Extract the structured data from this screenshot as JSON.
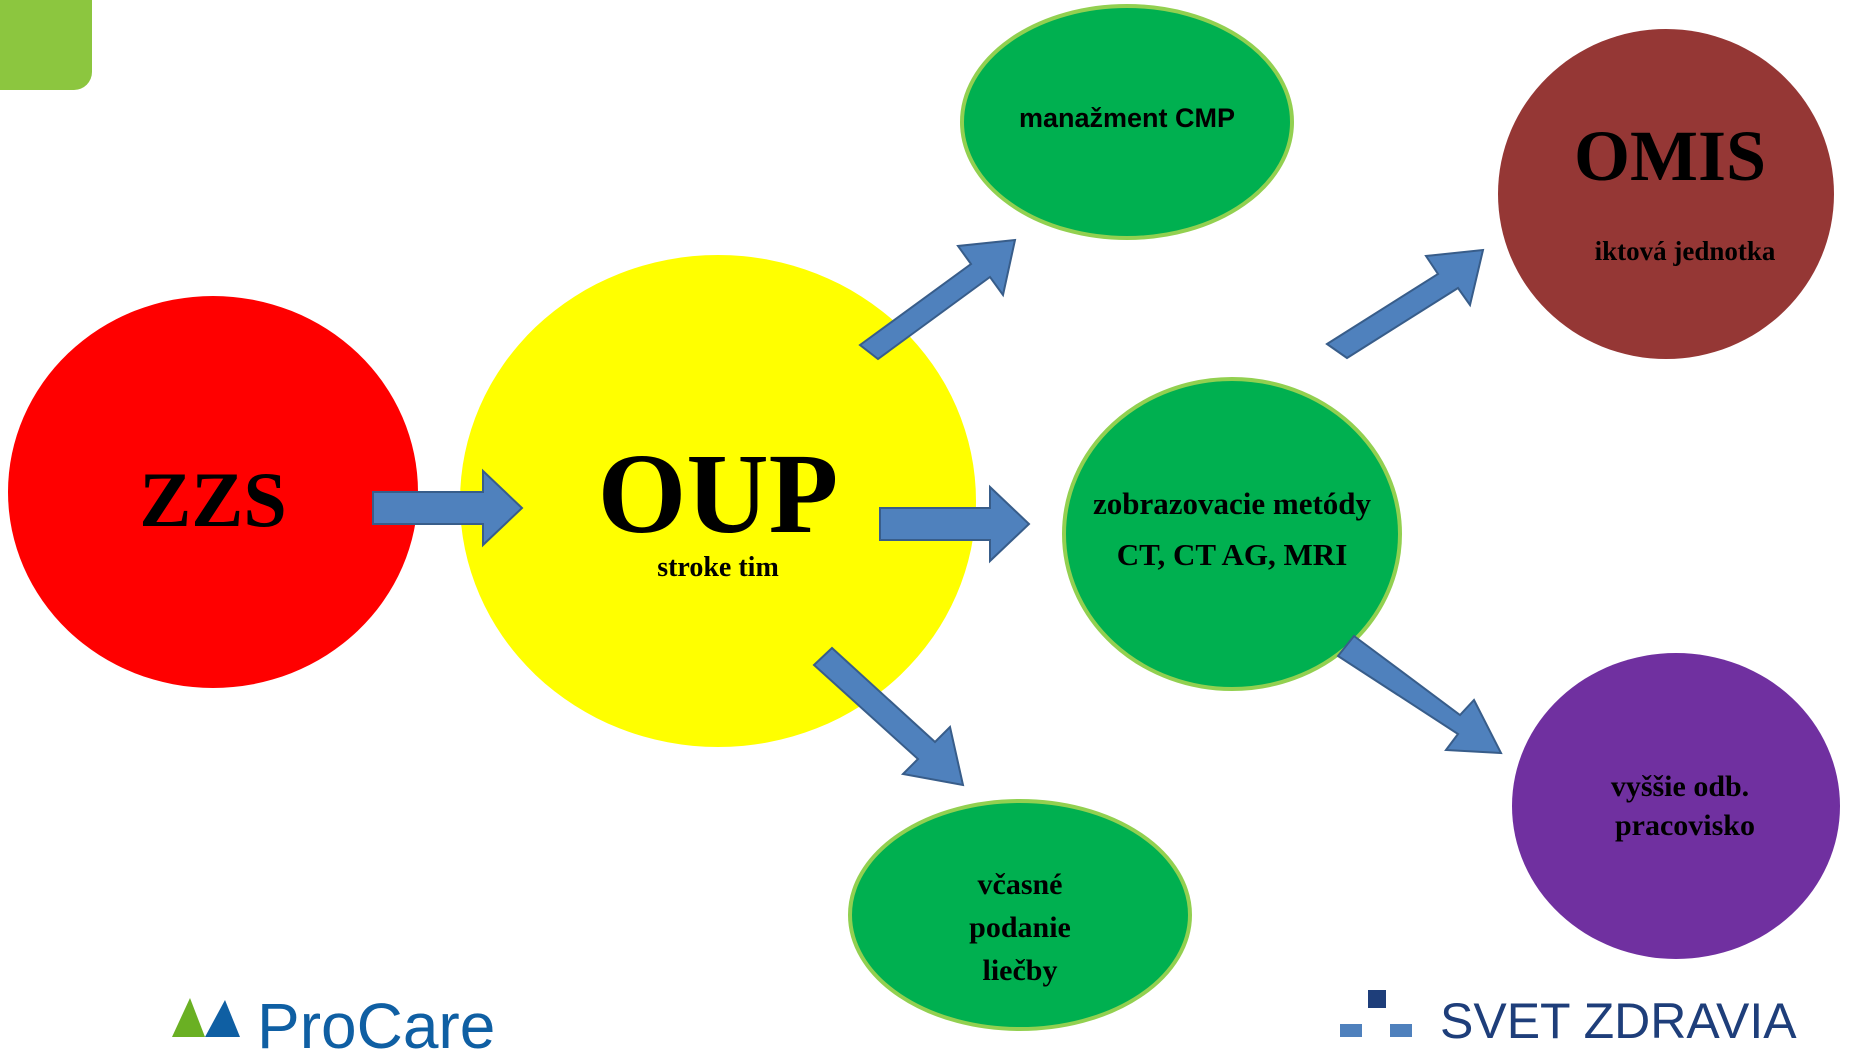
{
  "nodes": {
    "zzs": {
      "title": "ZZS",
      "color": "#ff0000"
    },
    "oup": {
      "title": "OUP",
      "subtitle": "stroke tim",
      "color": "#ffff00"
    },
    "manazment": {
      "title": "manažment CMP",
      "color": "#00b050"
    },
    "zobrazovacie": {
      "line1": "zobrazovacie  metódy",
      "line2": "CT,  CT AG, MRI",
      "color": "#00b050"
    },
    "omis": {
      "title": "OMIS",
      "subtitle": "iktová jednotka",
      "color": "#953735"
    },
    "vcasne": {
      "line1": "včasné",
      "line2": "podanie",
      "line3": "liečby",
      "color": "#00b050"
    },
    "vyssie": {
      "line1": "vyššie odb.",
      "line2": "pracovisko",
      "color": "#7030a0"
    }
  },
  "arrow_color": "#4f81bd",
  "logos": {
    "left": "ProCare",
    "right": "SVET ZDRAVIA"
  }
}
